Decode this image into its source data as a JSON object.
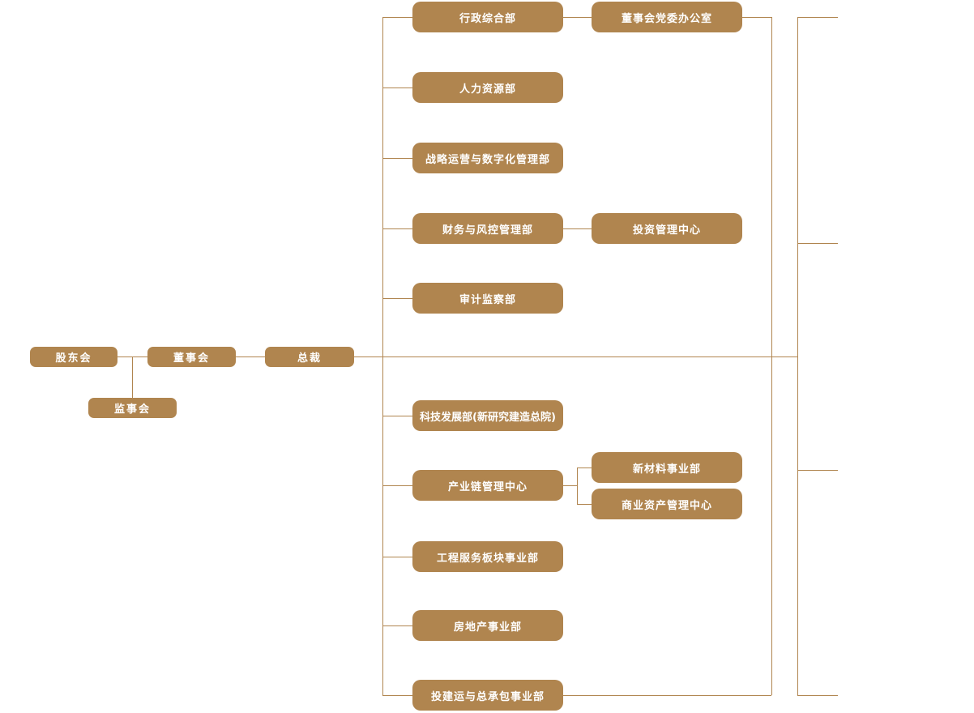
{
  "chart": {
    "type": "org-chart",
    "title": "company organization chart",
    "colors": {
      "node_fill": "#b0854f",
      "node_text": "#ffffff",
      "line": "#b0854f",
      "background": "#ffffff"
    },
    "nodes": [
      {
        "id": "shareholders-meeting",
        "label": "股东会"
      },
      {
        "id": "board-of-directors",
        "label": "董事会"
      },
      {
        "id": "president",
        "label": "总裁"
      },
      {
        "id": "supervisory-board",
        "label": "监事会"
      },
      {
        "id": "administrative-general-dept",
        "label": "行政综合部"
      },
      {
        "id": "human-resources-dept",
        "label": "人力资源部"
      },
      {
        "id": "strategy-operations-digitalization-dept",
        "label": "战略运营与数字化管理部"
      },
      {
        "id": "finance-risk-control-dept",
        "label": "财务与风控管理部"
      },
      {
        "id": "audit-supervision-dept",
        "label": "审计监察部"
      },
      {
        "id": "technology-development-dept",
        "label": "科技发展部(新研究建造总院)"
      },
      {
        "id": "industry-chain-management-center",
        "label": "产业链管理中心"
      },
      {
        "id": "engineering-services-division",
        "label": "工程服务板块事业部"
      },
      {
        "id": "real-estate-division",
        "label": "房地产事业部"
      },
      {
        "id": "investment-construction-epc-division",
        "label": "投建运与总承包事业部"
      },
      {
        "id": "board-party-committee-office",
        "label": "董事会党委办公室"
      },
      {
        "id": "investment-management-center",
        "label": "投资管理中心"
      },
      {
        "id": "new-materials-division",
        "label": "新材料事业部"
      },
      {
        "id": "commercial-asset-management-center",
        "label": "商业资产管理中心"
      }
    ],
    "edges": [
      {
        "from": "shareholders-meeting",
        "to": "board-of-directors"
      },
      {
        "from": "shareholders-meeting",
        "to": "supervisory-board"
      },
      {
        "from": "board-of-directors",
        "to": "president"
      },
      {
        "from": "president",
        "to": "administrative-general-dept"
      },
      {
        "from": "president",
        "to": "human-resources-dept"
      },
      {
        "from": "president",
        "to": "strategy-operations-digitalization-dept"
      },
      {
        "from": "president",
        "to": "finance-risk-control-dept"
      },
      {
        "from": "president",
        "to": "audit-supervision-dept"
      },
      {
        "from": "president",
        "to": "technology-development-dept"
      },
      {
        "from": "president",
        "to": "industry-chain-management-center"
      },
      {
        "from": "president",
        "to": "engineering-services-division"
      },
      {
        "from": "president",
        "to": "real-estate-division"
      },
      {
        "from": "president",
        "to": "investment-construction-epc-division"
      },
      {
        "from": "administrative-general-dept",
        "to": "board-party-committee-office"
      },
      {
        "from": "finance-risk-control-dept",
        "to": "investment-management-center"
      },
      {
        "from": "industry-chain-management-center",
        "to": "new-materials-division"
      },
      {
        "from": "industry-chain-management-center",
        "to": "commercial-asset-management-center"
      }
    ],
    "truncated_right_stubs": 4
  }
}
